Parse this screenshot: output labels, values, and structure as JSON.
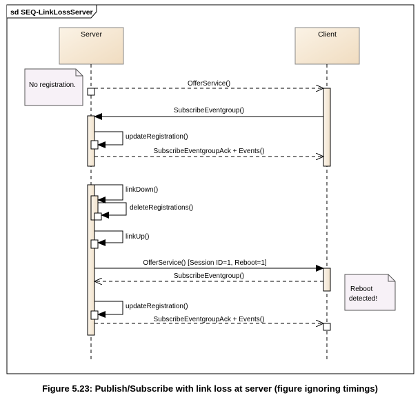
{
  "frame": {
    "title": "sd SEQ-LinkLossServer"
  },
  "actors": {
    "server": "Server",
    "client": "Client"
  },
  "notes": {
    "no_registration": "No registration.",
    "reboot_line1": "Reboot",
    "reboot_line2": "detected!"
  },
  "messages": {
    "offer1": "OfferService()",
    "subscribe1": "SubscribeEventgroup()",
    "update1": "updateRegistration()",
    "ack1": "SubscribeEventgroupAck + Events()",
    "linkdown": "linkDown()",
    "delete": "deleteRegistrations()",
    "linkup": "linkUp()",
    "offer2": "OfferService() [Session ID=1, Reboot=1]",
    "subscribe2": "SubscribeEventgroup()",
    "update2": "updateRegistration()",
    "ack2": "SubscribeEventgroupAck + Events()"
  },
  "caption": "Figure 5.23: Publish/Subscribe with link loss at server (figure ignoring timings)"
}
